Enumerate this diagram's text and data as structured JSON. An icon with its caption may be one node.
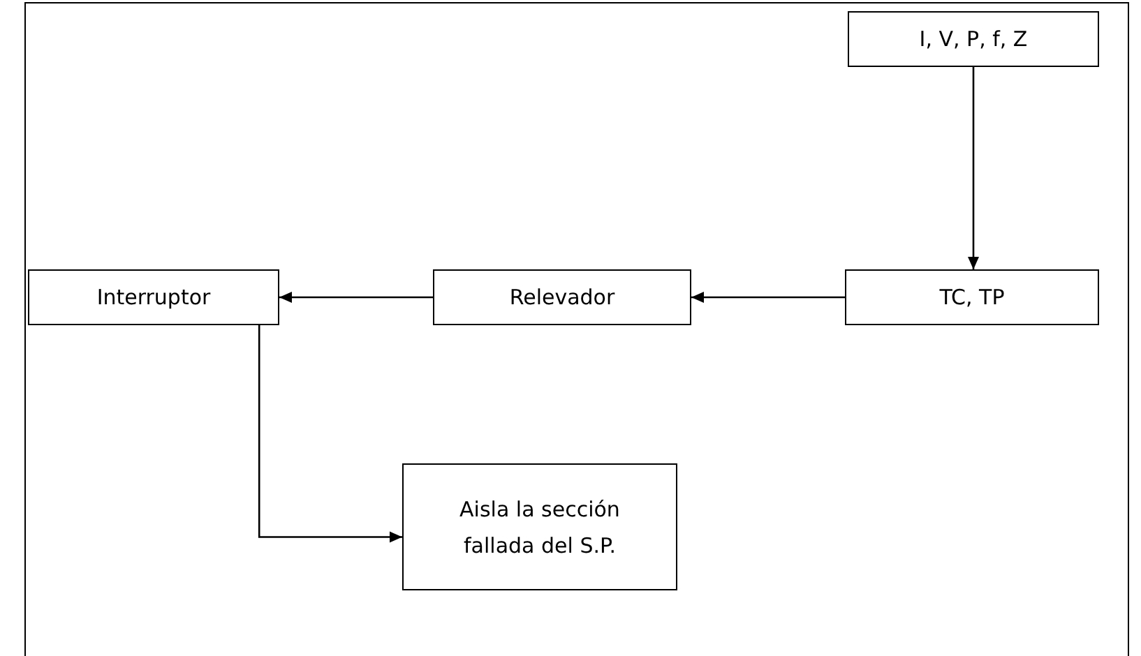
{
  "diagram": {
    "nodes": [
      {
        "text": [
          "I, V, P, f, Z"
        ]
      },
      {
        "text": [
          "Interruptor"
        ]
      },
      {
        "text": [
          "Relevador"
        ]
      },
      {
        "text": [
          "TC, TP"
        ]
      },
      {
        "text": [
          "Aisla la sección fallada del S.P."
        ]
      }
    ],
    "edges": [
      {
        "from": 0,
        "to": 3,
        "arrow": "to"
      },
      {
        "from": 3,
        "to": 2,
        "arrow": "to"
      },
      {
        "from": 2,
        "to": 1,
        "arrow": "to"
      },
      {
        "from": 1,
        "to": 4,
        "arrow": "to"
      }
    ]
  }
}
